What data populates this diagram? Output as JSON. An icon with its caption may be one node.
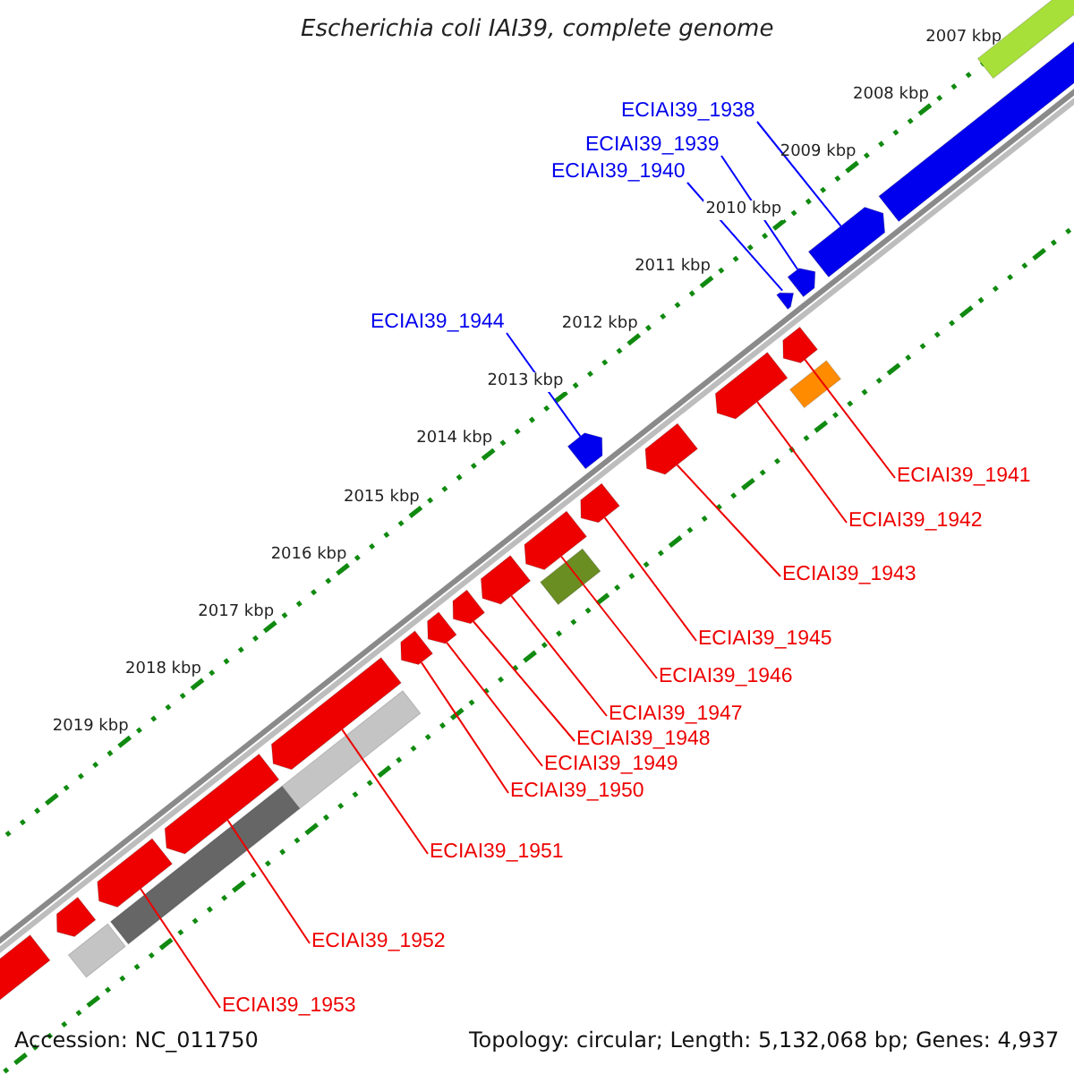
{
  "diagram": {
    "title": "Escherichia coli IAI39, complete genome",
    "nodes": [
      {
        "text": [
          "ECIAI39_1938"
        ]
      },
      {
        "text": [
          "ECIAI39_1939"
        ]
      },
      {
        "text": [
          "ECIAI39_1940"
        ]
      },
      {
        "text": [
          "ECIAI39_1944"
        ]
      },
      {
        "text": [
          "ECIAI39_1941"
        ]
      },
      {
        "text": [
          "ECIAI39_1942"
        ]
      },
      {
        "text": [
          "ECIAI39_1943"
        ]
      },
      {
        "text": [
          "ECIAI39_1945"
        ]
      },
      {
        "text": [
          "ECIAI39_1946"
        ]
      },
      {
        "text": [
          "ECIAI39_1947"
        ]
      },
      {
        "text": [
          "ECIAI39_1948"
        ]
      },
      {
        "text": [
          "ECIAI39_1949"
        ]
      },
      {
        "text": [
          "ECIAI39_1950"
        ]
      },
      {
        "text": [
          "ECIAI39_1951"
        ]
      },
      {
        "text": [
          "ECIAI39_1952"
        ]
      },
      {
        "text": [
          "ECIAI39_1953"
        ]
      },
      {
        "text": [],
        "shape": "bar"
      },
      {
        "text": [],
        "shape": "pentagon"
      },
      {
        "text": [],
        "shape": "pentagon"
      },
      {
        "text": [],
        "shape": "pentagon"
      },
      {
        "text": [],
        "shape": "pentagon"
      },
      {
        "text": [],
        "shape": "pentagon"
      },
      {
        "text": [],
        "shape": "bar"
      },
      {
        "text": [],
        "shape": "pentagon"
      },
      {
        "text": [],
        "shape": "pentagon"
      },
      {
        "text": [],
        "shape": "pentagon"
      },
      {
        "text": [],
        "shape": "pentagon"
      },
      {
        "text": [],
        "shape": "pentagon"
      },
      {
        "text": [],
        "shape": "bar"
      },
      {
        "text": [],
        "shape": "pentagon"
      },
      {
        "text": [],
        "shape": "pentagon"
      },
      {
        "text": [],
        "shape": "pentagon"
      },
      {
        "text": [],
        "shape": "pentagon"
      },
      {
        "text": [],
        "shape": "pentagon"
      },
      {
        "text": [],
        "shape": "bar"
      },
      {
        "text": [],
        "shape": "pentagon"
      },
      {
        "text": [],
        "shape": "bar"
      },
      {
        "text": [],
        "shape": "pentagon"
      },
      {
        "text": [],
        "shape": "pentagon"
      },
      {
        "text": [],
        "shape": "bar"
      },
      {
        "text": [],
        "shape": "pentagon"
      }
    ],
    "edges": [
      {
        "from": 0,
        "to": 18,
        "arrow": "none",
        "color": "#0000ff"
      },
      {
        "from": 1,
        "to": 19,
        "arrow": "none",
        "color": "#0000ff"
      },
      {
        "from": 2,
        "to": 20,
        "arrow": "none",
        "color": "#0000ff"
      },
      {
        "from": 3,
        "to": 25,
        "arrow": "none",
        "color": "#0000ff"
      },
      {
        "from": 4,
        "to": 21,
        "arrow": "none"
      },
      {
        "from": 5,
        "to": 23,
        "arrow": "none"
      },
      {
        "from": 6,
        "to": 24,
        "arrow": "none"
      },
      {
        "from": 7,
        "to": 26,
        "arrow": "none"
      },
      {
        "from": 8,
        "to": 27,
        "arrow": "none"
      },
      {
        "from": 9,
        "to": 29,
        "arrow": "none"
      },
      {
        "from": 10,
        "to": 30,
        "arrow": "none"
      },
      {
        "from": 11,
        "to": 31,
        "arrow": "none"
      },
      {
        "from": 12,
        "to": 32,
        "arrow": "none"
      },
      {
        "from": 13,
        "to": 33,
        "arrow": "none"
      },
      {
        "from": 14,
        "to": 35,
        "arrow": "none"
      },
      {
        "from": 15,
        "to": 37,
        "arrow": "none"
      }
    ],
    "labels": [
      "2007 kbp",
      "2008 kbp",
      "2009 kbp",
      "2010 kbp",
      "2011 kbp",
      "2012 kbp",
      "2013 kbp",
      "2014 kbp",
      "2015 kbp",
      "2016 kbp",
      "2017 kbp",
      "2018 kbp",
      "2019 kbp",
      "Accession: NC_011750",
      "Topology: circular; Length: 5,132,068 bp; Genes: 4,937"
    ]
  }
}
